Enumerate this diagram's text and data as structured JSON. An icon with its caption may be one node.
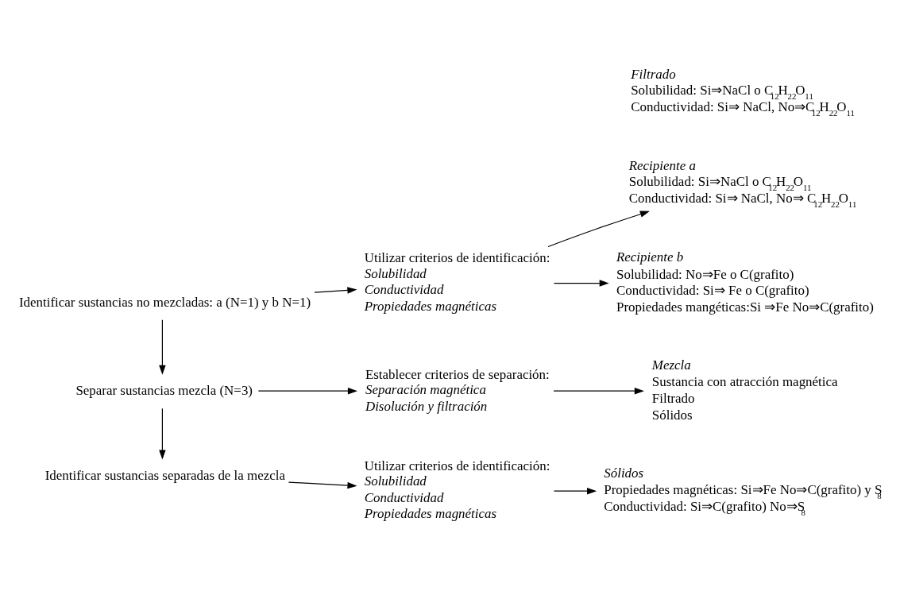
{
  "diagram": {
    "nodes": [
      {
        "text": [
          "Identificar sustancias no mezcladas: a (N=1) y b N=1)"
        ]
      },
      {
        "text": [
          "Utilizar criterios de identificación:",
          "Solubilidad",
          "Conductividad",
          "Propiedades magnéticas"
        ]
      },
      {
        "text": [
          "Recipiente a",
          "Solubilidad: Si⇒NaCl o C$_{12}$H$_{22}$O$_{11}$",
          "Conductividad: Si⇒ NaCl, No⇒ C$_{12}$H$_{22}$O$_{11}$"
        ]
      },
      {
        "text": [
          "Recipiente b",
          "Solubilidad: No⇒Fe o C(grafito)",
          "Conductividad: Si⇒ Fe o C(grafito)",
          "Propiedades mangéticas:Si ⇒Fe No⇒C(grafito)"
        ]
      },
      {
        "text": [
          "Separar sustancias mezcla (N=3)"
        ]
      },
      {
        "text": [
          "Establecer criterios de separación:",
          "Separación magnética",
          "Disolución y filtración"
        ]
      },
      {
        "text": [
          "Mezcla",
          "Sustancia con atracción magnética",
          "Filtrado",
          "Sólidos"
        ]
      },
      {
        "text": [
          "Identificar sustancias separadas de la mezcla"
        ]
      },
      {
        "text": [
          "Utilizar criterios de identificación:",
          "Solubilidad",
          "Conductividad",
          "Propiedades magnéticas"
        ]
      },
      {
        "text": [
          "Filtrado",
          "Solubilidad: Si⇒NaCl o C$_{12}$H$_{22}$O$_{11}$",
          "Conductividad: Si⇒ NaCl, No⇒C$_{12}$H$_{22}$O$_{11}$"
        ]
      },
      {
        "text": [
          "Sólidos",
          "Propiedades magnéticas: Si⇒Fe No⇒C(grafito) y S$_{8}$",
          "Conductividad: Si⇒C(grafito) No⇒S$_{8}$"
        ]
      }
    ],
    "edges": [
      {
        "from": 0,
        "to": 1,
        "arrow": "to"
      },
      {
        "from": 1,
        "to": 2,
        "arrow": "to"
      },
      {
        "from": 1,
        "to": 3,
        "arrow": "to"
      },
      {
        "from": 0,
        "to": 4,
        "arrow": "to"
      },
      {
        "from": 4,
        "to": 5,
        "arrow": "to"
      },
      {
        "from": 5,
        "to": 6,
        "arrow": "to"
      },
      {
        "from": 4,
        "to": 7,
        "arrow": "to"
      },
      {
        "from": 7,
        "to": 8,
        "arrow": "to"
      },
      {
        "from": 8,
        "to": 10,
        "arrow": "to"
      }
    ]
  }
}
